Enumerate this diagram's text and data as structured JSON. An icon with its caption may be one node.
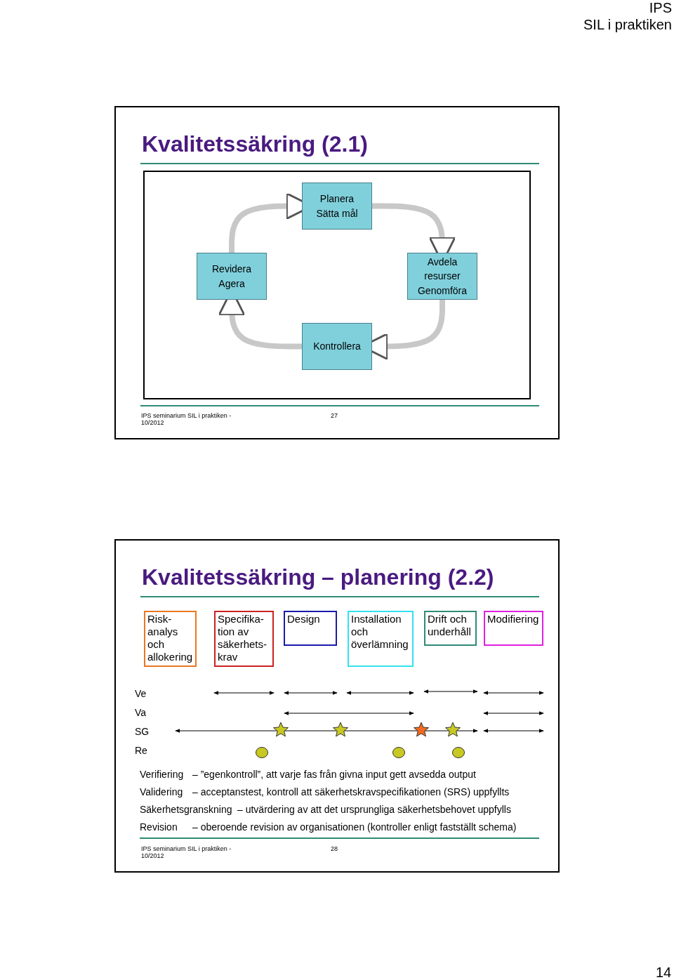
{
  "diagram": {
    "nodes": [
      {
        "text": [
          "Planera",
          "Sätta mål"
        ]
      },
      {
        "text": [
          "Avdela resurser",
          "Genomföra"
        ]
      },
      {
        "text": [
          "Kontrollera"
        ]
      },
      {
        "text": [
          "Revidera",
          "Agera"
        ]
      },
      {
        "text": [
          "Risk- analys och allokering"
        ]
      },
      {
        "text": [
          "Specifika- tion av säkerhets- krav"
        ]
      },
      {
        "text": [
          "Design"
        ]
      },
      {
        "text": [
          "Installation och överlämning"
        ]
      },
      {
        "text": [
          "Drift och underhåll"
        ]
      },
      {
        "text": [
          "Modifiering"
        ]
      }
    ],
    "edges": [
      {
        "from": 0,
        "to": 1,
        "arrow": "to"
      },
      {
        "from": 1,
        "to": 2,
        "arrow": "to"
      },
      {
        "from": 2,
        "to": 3,
        "arrow": "to"
      },
      {
        "from": 3,
        "to": 0,
        "arrow": "to"
      }
    ],
    "labels": [
      "IPS",
      "SIL i praktiken",
      "Kvalitetssäkring (2.1)",
      "IPS seminarium SIL i praktiken - 10/2012",
      "27",
      "Kvalitetssäkring – planering (2.2)",
      "Ve",
      "Va",
      "SG",
      "Re",
      "Verifiering",
      "– ”egenkontroll”, att varje fas från givna input gett avsedda output",
      "Validering",
      "– acceptanstest, kontroll att säkerhetskravspecifikationen (SRS) uppfyllts",
      "Säkerhetsgranskning",
      "– utvärdering av att det ursprungliga säkerhetsbehovet uppfylls",
      "Revision",
      "– oberoende revision av organisationen (kontroller enligt fastställt schema)",
      "IPS seminarium SIL i praktiken - 10/2012",
      "28",
      "14"
    ]
  }
}
